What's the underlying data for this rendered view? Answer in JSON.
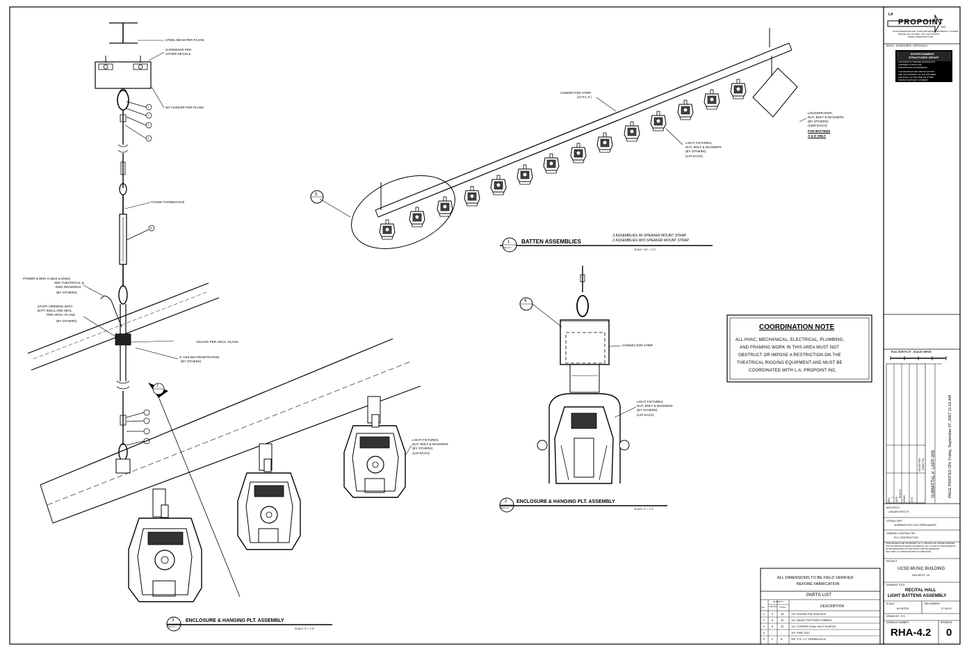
{
  "firm": {
    "logo_text": "PROPOINT",
    "logo_prefix": "LA",
    "logo_suffix": "INC",
    "address_lines": [
      "1570 ROSECRANS AVE, SUITE 400 MANHATTAN BEACH, CA 90266",
      "PHONE: 310 707-0600   FAX: 310 707-0601",
      "WWW.LAPROPOINT.COM"
    ],
    "seals_label": "SEALS - SIGNATURES - APPROVALS",
    "entertainment_block": [
      "ENTERTAINMENT",
      "STRUCTURES GROUP",
      "A DIVISION OF THEATRE TECHNOLOGY",
      "LICENSED TO PRACTICE",
      "PROFESSIONAL ENGINEERING",
      "THE DRAWINGS AND SPECIFICATIONS",
      "ARE THE PROPERTY OF THE ENGINEER",
      "AND SHALL NOT BE USED ON OTHER",
      "PROJECTS WITHOUT CONSENT"
    ]
  },
  "titleblock": {
    "full_size_label": "FULL SIZE PLOT - SCALE CHECK",
    "submittal_no": "SUBMITTAL #: LAPP-005",
    "printed_on": "PAGE PRINTED ON: Friday, September 07, 2007 11:16 AM",
    "revision_headers": [
      "REV.",
      "DATE",
      "DRWN",
      "CK'D",
      "ISSUED FOR"
    ],
    "revision_rows": [
      [
        "1",
        "03-23-07",
        "",
        "",
        "SUBMITTAL"
      ]
    ],
    "architect_label": "ARCHITECT:",
    "architect_value": "LMN ARCHITECTS",
    "consultant_label": "CONSULTANT:",
    "consultant_value": "AUERBACH POLLOCK FRIEDLANDER",
    "gc_label": "GENERAL CONTRACTOR:",
    "gc_value": "PCL CONSTRUCTION",
    "fine_print": [
      "THESE DRAWINGS ARE THE PROPERTY OF L.A. PROPOINT INC. AND ARE FURNISHED",
      "FOR THE PURPOSE OF REVIEW AND APPROVAL ONLY. NO PART OF THESE DRAWINGS",
      "MAY BE REPRODUCED OR USED WITHOUT WRITTEN PERMISSION.",
      "FIELD VERIFY ALL DIMENSIONS PRIOR TO FABRICATION."
    ],
    "project_label": "PROJECT:",
    "project_name": "UCSD MUSIC BUILDING",
    "project_location": "SAN DIEGO, CA",
    "drawing_title_label": "DRAWING TITLE:",
    "drawing_title_1": "RECITAL HALL",
    "drawing_title_2": "LIGHT BATTENS ASSEMBLY",
    "scale_label": "SCALE:",
    "scale_value": "AS NOTED",
    "job_label": "JOB NUMBER:",
    "job_value": "07-06-107",
    "drawn_label": "DRAWN BY:",
    "drawn_value": "R.S.",
    "drawing_number_label": "DRAWING NUMBER:",
    "drawing_number": "RHA-4.2",
    "revision_label": "REVISION:",
    "revision_value": "0"
  },
  "coordination_note": {
    "title": "COORDINATION NOTE",
    "lines": [
      "ALL HVAC, MECHANICAL, ELECTRICAL, PLUMBING,",
      "AND FRAMING WORK IN THIS AREA MUST NOT",
      "OBSTRUCT OR IMPOSE A RESTRICTION ON THE",
      "THEATRICAL RIGGING EQUIPMENT AND MUST BE",
      "COORDINATED WITH L.A. PROPOINT INC."
    ]
  },
  "field_verify": [
    "ALL DIMENSIONS TO BE FIELD VERIFIED",
    "BEFORE FABRICATION"
  ],
  "parts_list": {
    "title": "PARTS LIST",
    "quantity_header": "QUANTITY",
    "headers": [
      "No.",
      "THIS SHT",
      "TOTAL",
      "DESCRIPTION"
    ],
    "rows": [
      [
        "1",
        "4",
        "16",
        "1/4\" ROUND PIN SHACKLE"
      ],
      [
        "2",
        "8",
        "32",
        "1/4\" HEAVY PATTERN THIMBLE"
      ],
      [
        "3",
        "8",
        "32",
        "1/4\" COPPER OVAL NICO SLEEVE"
      ],
      [
        "4",
        "-",
        "-",
        "1/4\" FIRE GUC"
      ],
      [
        "5",
        "2",
        "8",
        "3/8\" X 6\" J-J TURNBUCKLE"
      ]
    ]
  },
  "views": {
    "batten": {
      "number": "1",
      "sheet_ref": "RHA-4.2",
      "title": "BATTEN ASSEMBLIES",
      "note_1": "-2 ASSEMBLIES W/ SPEAKER MOUNT STRAP",
      "note_2": "-2 ASSEMBLIES W/O SPEAKER MOUNT STRAP",
      "scale": "SCALE: 3/4\" = 1'-0\""
    },
    "enclosure_2": {
      "number": "2",
      "sheet_ref": "RHA-4.2",
      "title": "ENCLOSURE & HANGING PLT. ASSEMBLY",
      "scale": "SCALE: 3\" = 1'-0\""
    },
    "enclosure_3": {
      "number": "3",
      "sheet_ref": "RHA-4.2",
      "title": "ENCLOSURE & HANGING PLT. ASSEMBLY",
      "scale": "SCALE: 3\" = 1'-0\""
    }
  },
  "callouts": {
    "steel_beam": "STEEL BEAM PER PLANS",
    "hardware": [
      "HARDWARE PER",
      "OTHER DETAILS"
    ],
    "wt_hanger": "WT HANGER PER PLANS",
    "turnbuckle": "YOUSE TURNBUCKLE",
    "power_cable": [
      "POWER & DMX CABLE & ENDS",
      "SEE THEATRICAL &",
      "DMX DRAWINGS",
      "(BY OTHERS)"
    ],
    "stuff_opening": [
      "STUFF OPENING WITH",
      "BATT INSUL AND SEAL",
      "PER ARCH. PLANS",
      "(BY OTHERS)"
    ],
    "ceiling": "CEILING PER ARCH. PLANS",
    "penetration": [
      "3\" CEILING PENETRATION",
      "(BY OTHERS)"
    ],
    "connector_strip": [
      "CONNECTOR STRIP",
      "(10 P.L.F.)"
    ],
    "loudspeaker": [
      "LOUDSPEAKER,",
      "NUT, BOLT & WASHERS",
      "(BY OTHERS)",
      "(150# EACH)"
    ],
    "loudspeaker_note": [
      "FOR BATTENS",
      "A & D ONLY"
    ],
    "light_fixtures_1": [
      "LIGHT FIXTURES,",
      "NUT, BOLT & WASHERS",
      "(BY OTHERS)",
      "(14# EACH)"
    ],
    "connector_strip_2": "CONNECTOR STRIP",
    "light_fixtures_2": [
      "LIGHT FIXTURES,",
      "NUT, BOLT & WASHERS",
      "(BY OTHERS)",
      "(14# EACH)"
    ],
    "light_fixtures_3": [
      "LIGHT FIXTURES,",
      "NUT, BOLT & WASHERS",
      "(BY OTHERS)",
      "(14# EACH)"
    ],
    "view_ref_4": "4",
    "view_ref_5": "5",
    "view_ref_2b": "2",
    "parts_numbers": [
      "1",
      "2",
      "3",
      "4"
    ],
    "part_5": "5"
  }
}
